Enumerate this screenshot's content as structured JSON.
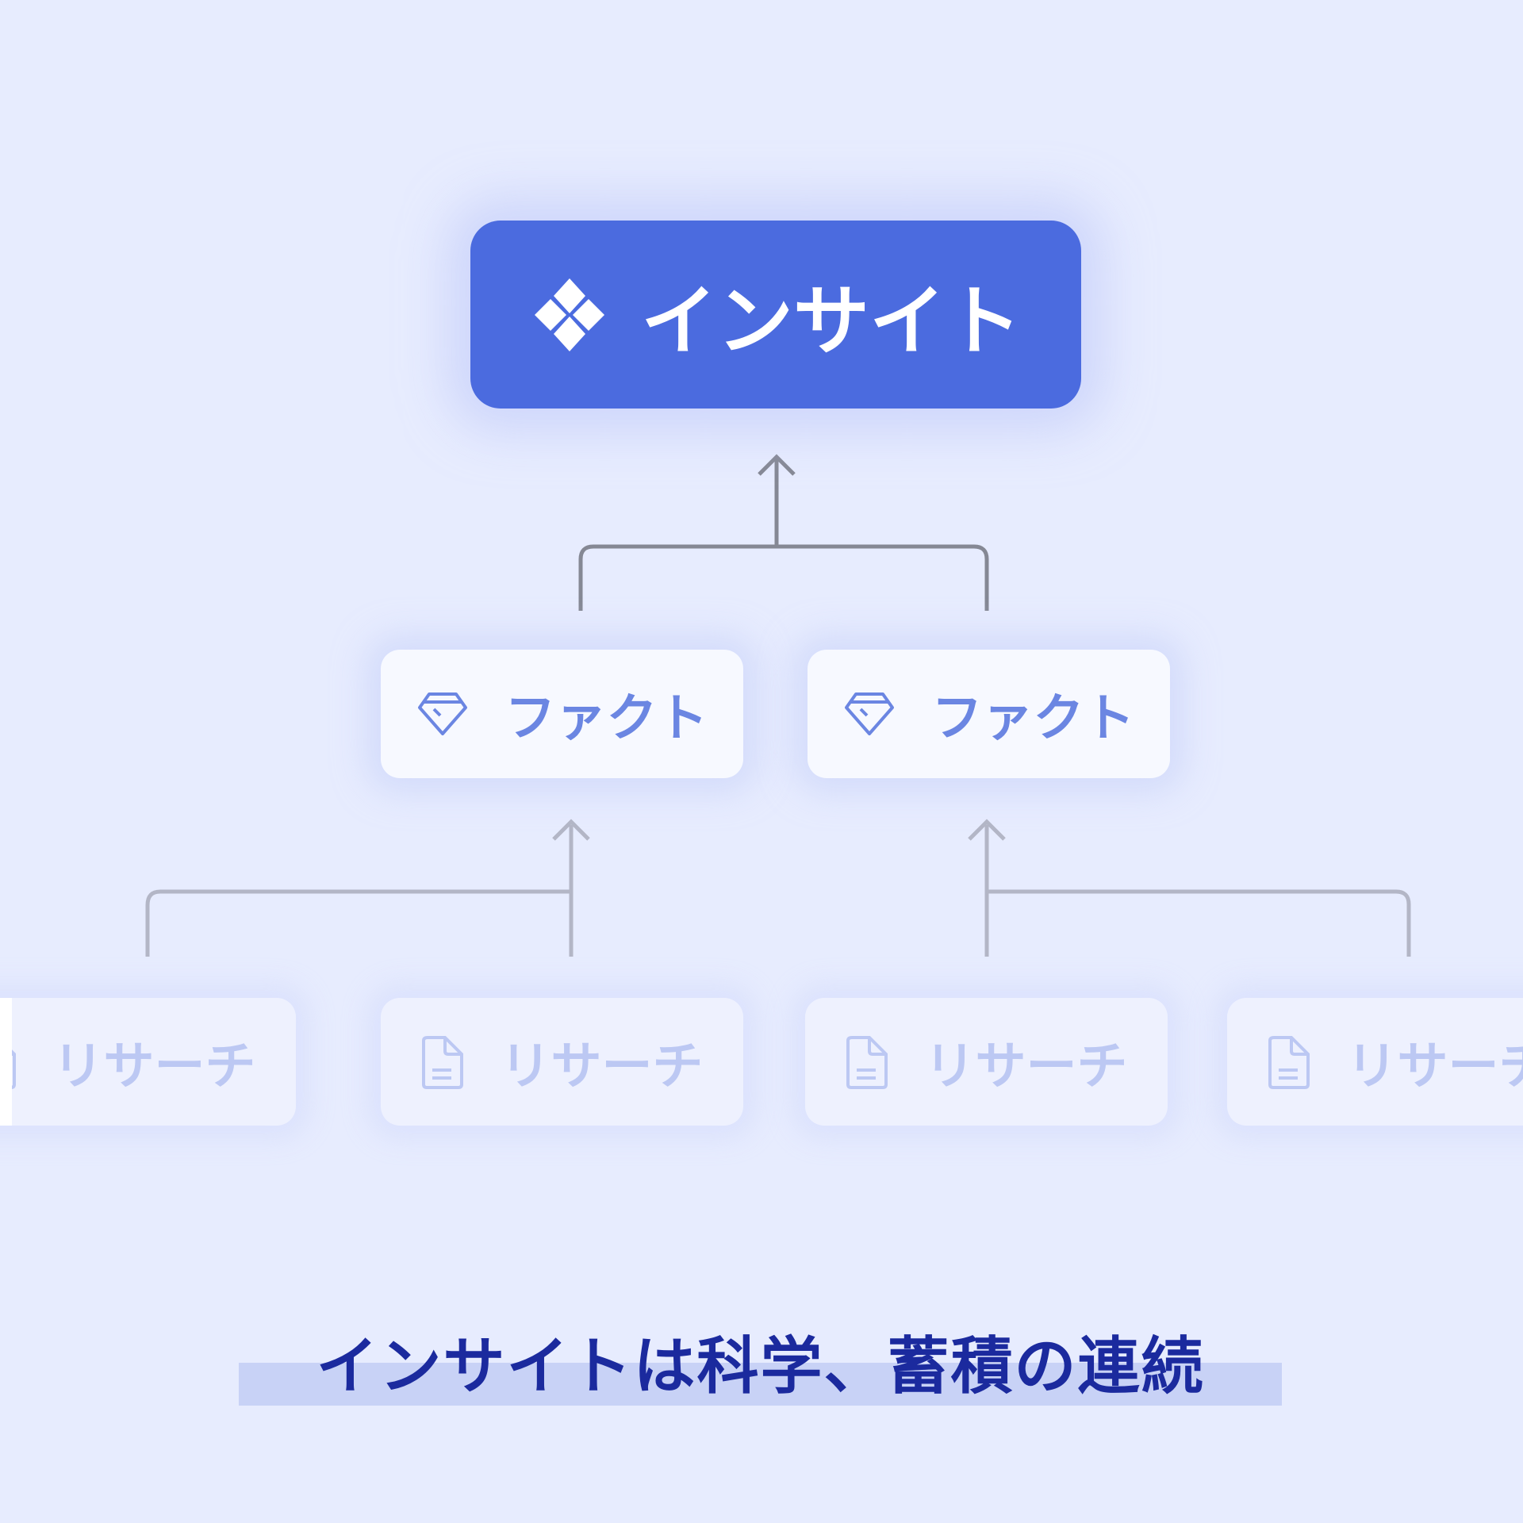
{
  "top_node": {
    "label": "インサイト",
    "icon": "diamond-cluster-icon"
  },
  "fact_nodes": [
    {
      "label": "ファクト",
      "icon": "gem-icon"
    },
    {
      "label": "ファクト",
      "icon": "gem-icon"
    }
  ],
  "research_nodes": [
    {
      "label": "リサーチ",
      "icon": "document-icon"
    },
    {
      "label": "リサーチ",
      "icon": "document-icon"
    },
    {
      "label": "リサーチ",
      "icon": "document-icon"
    },
    {
      "label": "リサーチ",
      "icon": "document-icon"
    }
  ],
  "caption": "インサイトは科学、蓄積の連続",
  "colors": {
    "background": "#e7ecfe",
    "insight": "#4b6bdf",
    "fact_text": "#6b86e2",
    "research_text": "#bcc8f3",
    "caption": "#1b2a9e"
  }
}
